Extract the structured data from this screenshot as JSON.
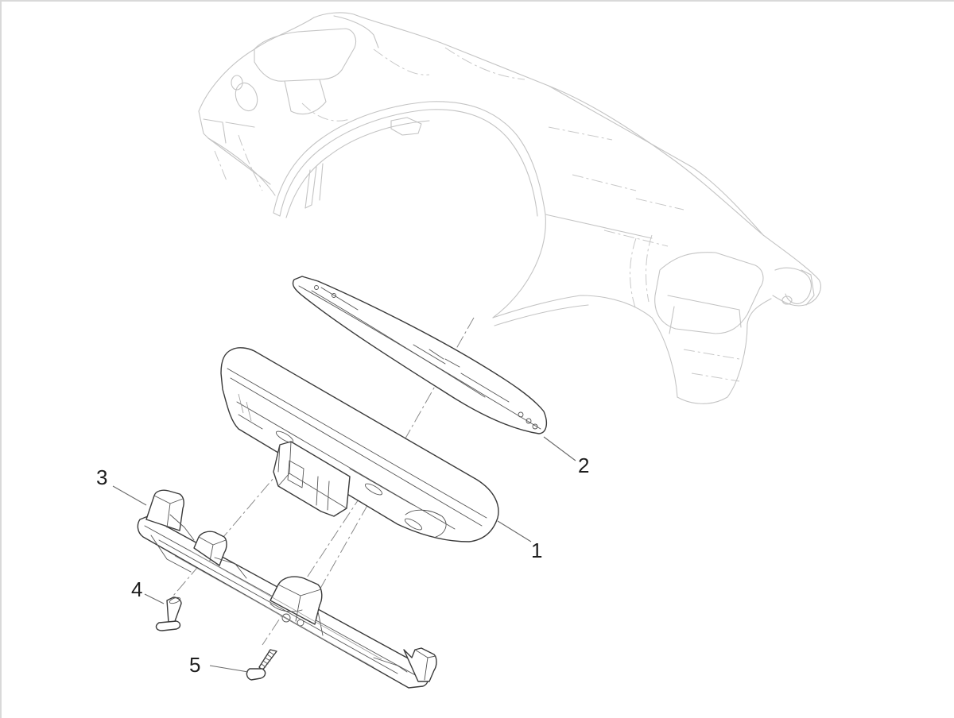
{
  "diagram": {
    "type": "exploded-parts-diagram",
    "context_part": "handlebar-cover",
    "callouts": [
      {
        "id": "1",
        "label": "1",
        "part": "instrument-cluster"
      },
      {
        "id": "2",
        "label": "2",
        "part": "cluster-bezel-glass"
      },
      {
        "id": "3",
        "label": "3",
        "part": "mounting-bracket"
      },
      {
        "id": "4",
        "label": "4",
        "part": "pin"
      },
      {
        "id": "5",
        "label": "5",
        "part": "screw"
      }
    ],
    "colors": {
      "background": "#ffffff",
      "context_lines": "#c4c4c4",
      "part_lines": "#3a3a3a",
      "axis_lines": "#8a8a8a",
      "label_text": "#1e1e1e"
    }
  }
}
